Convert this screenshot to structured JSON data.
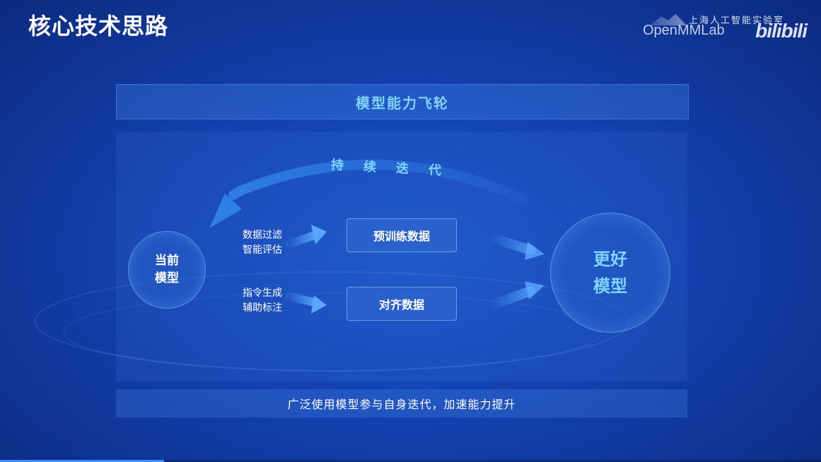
{
  "slide": {
    "title": "核心技术思路"
  },
  "branding": {
    "lab_name": "上海人工智能实验室",
    "openmmlab": "OpenMMLab",
    "bilibili": "bilibili"
  },
  "flywheel": {
    "header": "模型能力飞轮",
    "loop_label": "持续迭代",
    "current_model": [
      "当前",
      "模型"
    ],
    "better_model": [
      "更好",
      "模型"
    ],
    "upper_method": [
      "数据过滤",
      "智能评估"
    ],
    "lower_method": [
      "指令生成",
      "辅助标注"
    ],
    "pretrain_box": "预训练数据",
    "align_box": "对齐数据"
  },
  "footer": {
    "caption": "广泛使用模型参与自身迭代，加速能力提升"
  },
  "colors": {
    "accent": "#7fd3ff",
    "background": "#1444b3"
  },
  "video_progress": 0.2
}
